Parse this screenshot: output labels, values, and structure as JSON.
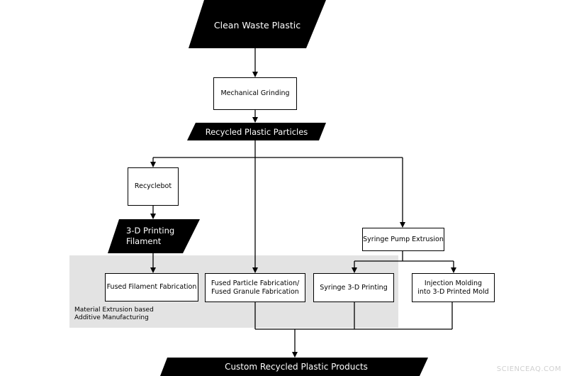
{
  "diagram": {
    "start": "Clean Waste Plastic",
    "grinding": "Mechanical Grinding",
    "particles": "Recycled Plastic Particles",
    "recyclebot": "Recyclebot",
    "filament": "3-D Printing\nFilament",
    "syringe_pump": "Syringe Pump Extrusion",
    "fff": "Fused Filament Fabrication",
    "fpf": "Fused Particle Fabrication/\nFused Granule Fabrication",
    "syringe_printing": "Syringe 3-D Printing",
    "injection": "Injection Molding\ninto 3-D Printed Mold",
    "region_label": "Material Extrusion based\nAdditive Manufacturing",
    "end": "Custom Recycled Plastic Products"
  },
  "watermark": "SCIENCEAQ.COM",
  "colors": {
    "region_fill": "#e3e3e3",
    "parallelogram_fill": "#000000",
    "line": "#000000"
  }
}
